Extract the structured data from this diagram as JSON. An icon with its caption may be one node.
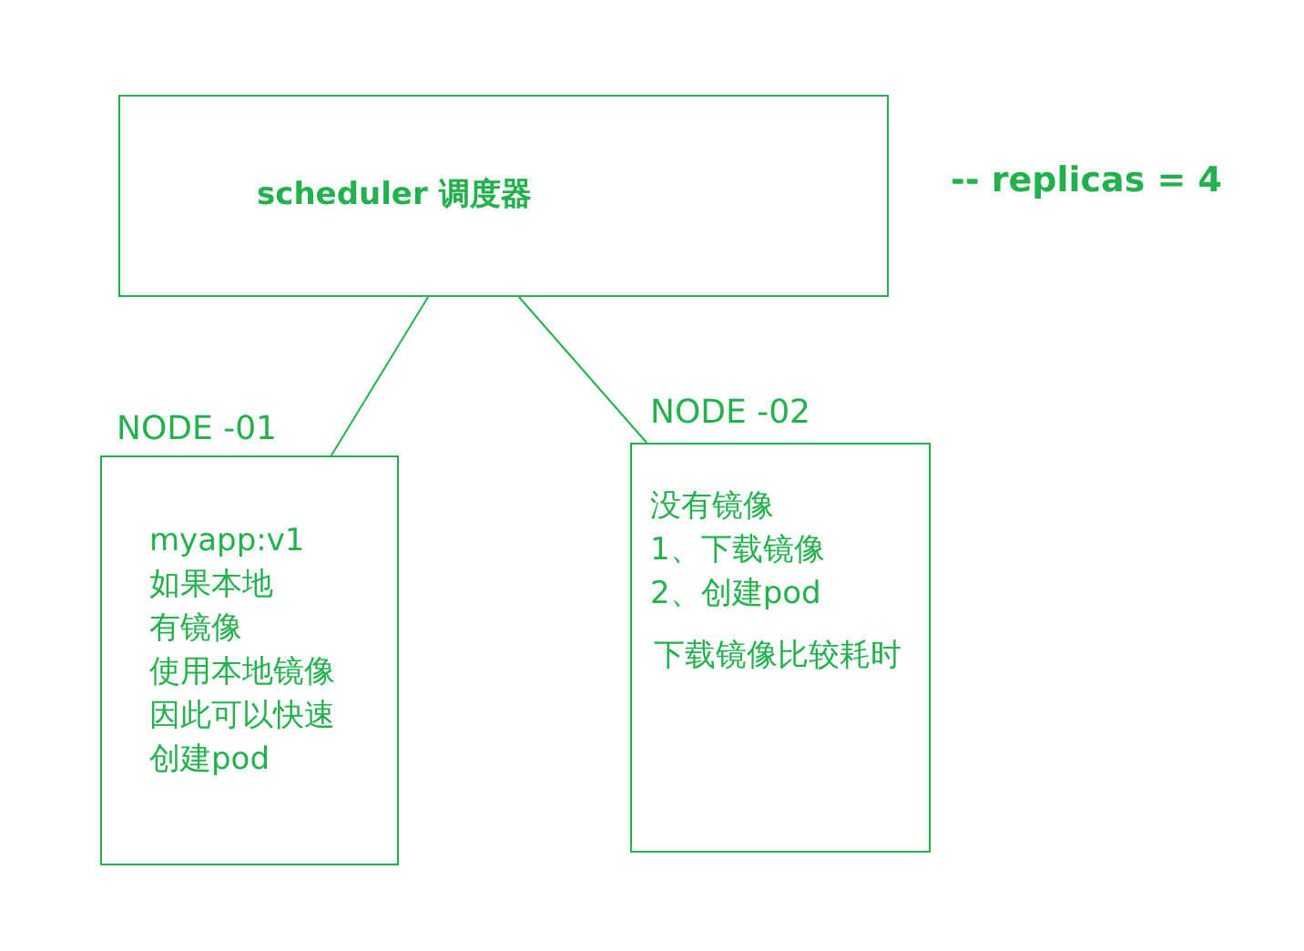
{
  "diagram": {
    "nodes": [
      {
        "text": [
          "scheduler 调度器"
        ]
      },
      {
        "text": [
          "NODE -01",
          "myapp:v1",
          "如果本地",
          "有镜像",
          "使用本地镜像",
          "因此可以快速",
          "创建pod"
        ]
      },
      {
        "text": [
          "NODE -02",
          "没有镜像",
          "1、下载镜像",
          "2、创建pod",
          "下载镜像比较耗时"
        ]
      }
    ],
    "edges": [
      {
        "from": 0,
        "to": 1,
        "arrow": "none"
      },
      {
        "from": 0,
        "to": 2,
        "arrow": "none"
      }
    ],
    "labels": [
      "-- replicas = 4"
    ]
  }
}
